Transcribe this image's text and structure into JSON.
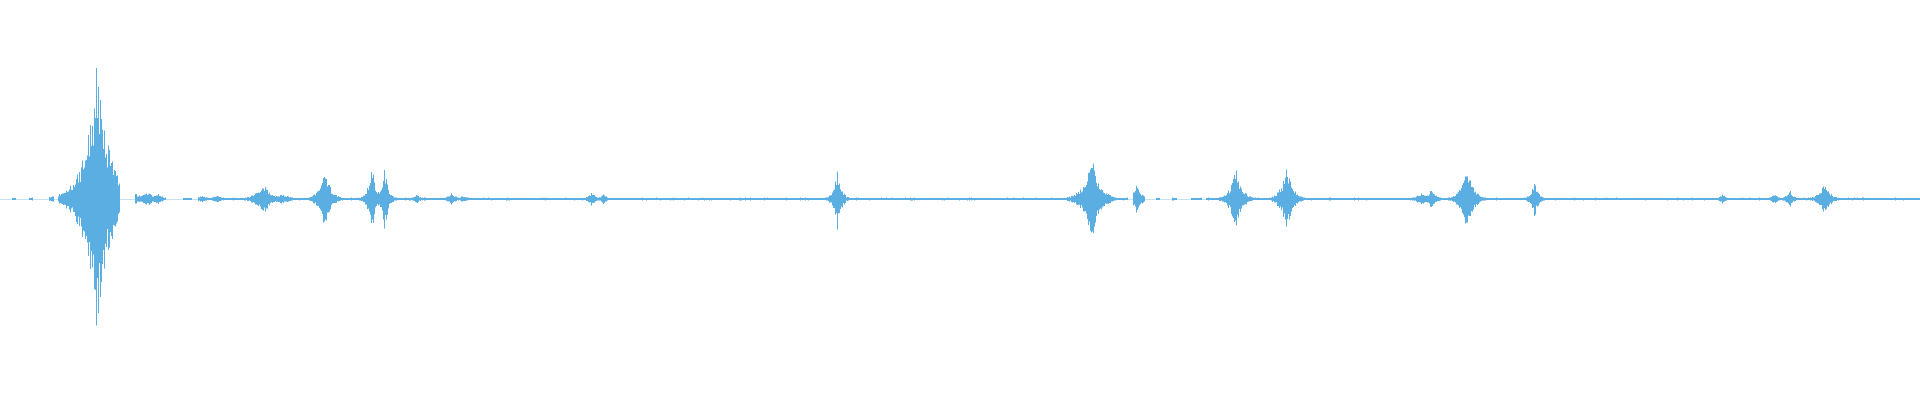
{
  "waveform": {
    "color": "#5aaee2",
    "background": "#ffffff",
    "peaks": [
      {
        "t": 0.0505,
        "amp": 0.75,
        "decay": 0.006
      },
      {
        "t": 0.077,
        "amp": 0.04,
        "decay": 0.004
      },
      {
        "t": 0.082,
        "amp": 0.03,
        "decay": 0.003
      },
      {
        "t": 0.105,
        "amp": 0.02,
        "decay": 0.003
      },
      {
        "t": 0.113,
        "amp": 0.02,
        "decay": 0.003
      },
      {
        "t": 0.137,
        "amp": 0.09,
        "decay": 0.004
      },
      {
        "t": 0.147,
        "amp": 0.03,
        "decay": 0.004
      },
      {
        "t": 0.169,
        "amp": 0.16,
        "decay": 0.003
      },
      {
        "t": 0.1935,
        "amp": 0.19,
        "decay": 0.002
      },
      {
        "t": 0.2,
        "amp": 0.18,
        "decay": 0.002
      },
      {
        "t": 0.217,
        "amp": 0.03,
        "decay": 0.002
      },
      {
        "t": 0.235,
        "amp": 0.03,
        "decay": 0.003
      },
      {
        "t": 0.241,
        "amp": 0.02,
        "decay": 0.003
      },
      {
        "t": 0.308,
        "amp": 0.04,
        "decay": 0.002
      },
      {
        "t": 0.314,
        "amp": 0.03,
        "decay": 0.002
      },
      {
        "t": 0.436,
        "amp": 0.17,
        "decay": 0.002
      },
      {
        "t": 0.5685,
        "amp": 0.24,
        "decay": 0.004
      },
      {
        "t": 0.592,
        "amp": 0.1,
        "decay": 0.002
      },
      {
        "t": 0.6435,
        "amp": 0.17,
        "decay": 0.003
      },
      {
        "t": 0.67,
        "amp": 0.18,
        "decay": 0.003
      },
      {
        "t": 0.74,
        "amp": 0.03,
        "decay": 0.004
      },
      {
        "t": 0.745,
        "amp": 0.05,
        "decay": 0.003
      },
      {
        "t": 0.764,
        "amp": 0.2,
        "decay": 0.003
      },
      {
        "t": 0.799,
        "amp": 0.1,
        "decay": 0.002
      },
      {
        "t": 0.897,
        "amp": 0.03,
        "decay": 0.002
      },
      {
        "t": 0.924,
        "amp": 0.03,
        "decay": 0.002
      },
      {
        "t": 0.932,
        "amp": 0.05,
        "decay": 0.002
      },
      {
        "t": 0.95,
        "amp": 0.09,
        "decay": 0.003
      }
    ],
    "gaps": [
      {
        "from": 0.0,
        "to": 0.006
      },
      {
        "from": 0.008,
        "to": 0.015
      },
      {
        "from": 0.017,
        "to": 0.025
      },
      {
        "from": 0.028,
        "to": 0.03
      },
      {
        "from": 0.062,
        "to": 0.07
      },
      {
        "from": 0.086,
        "to": 0.095
      },
      {
        "from": 0.1,
        "to": 0.103
      },
      {
        "from": 0.587,
        "to": 0.59
      },
      {
        "from": 0.596,
        "to": 0.602
      },
      {
        "from": 0.604,
        "to": 0.61
      },
      {
        "from": 0.613,
        "to": 0.62
      },
      {
        "from": 0.626,
        "to": 0.628
      }
    ]
  }
}
